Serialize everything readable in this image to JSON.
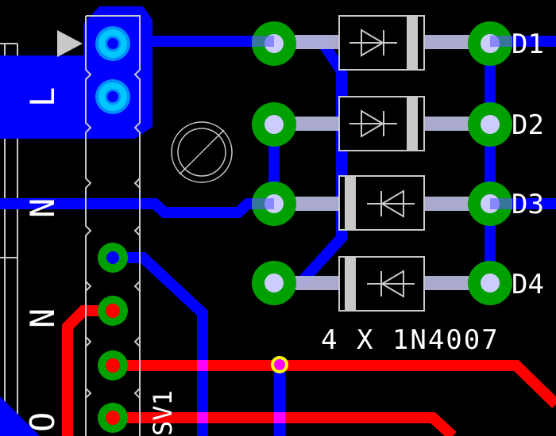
{
  "board": {
    "colors": {
      "background": "#000000",
      "bottom_copper": "#0000ff",
      "top_copper": "#ff0000",
      "pad": "#00a000",
      "component_outline": "#c8c8c8",
      "via_overlap": "#ff00ff",
      "via_ring": "#ffff00",
      "drill_hole": "#1a1acc"
    },
    "designators": {
      "diodes": [
        "D1",
        "D2",
        "D3",
        "D4"
      ],
      "header": "SV1"
    },
    "value_label": "4 X 1N4007",
    "edge_labels": [
      "L",
      "N",
      "N",
      "O"
    ],
    "components": {
      "diodes": [
        {
          "name": "D1",
          "orientation": "anode-left"
        },
        {
          "name": "D2",
          "orientation": "anode-left"
        },
        {
          "name": "D3",
          "orientation": "cathode-left"
        },
        {
          "name": "D4",
          "orientation": "cathode-left"
        }
      ],
      "header_pins_visible": 6,
      "mounting_hole": "fiducial-circle"
    }
  }
}
